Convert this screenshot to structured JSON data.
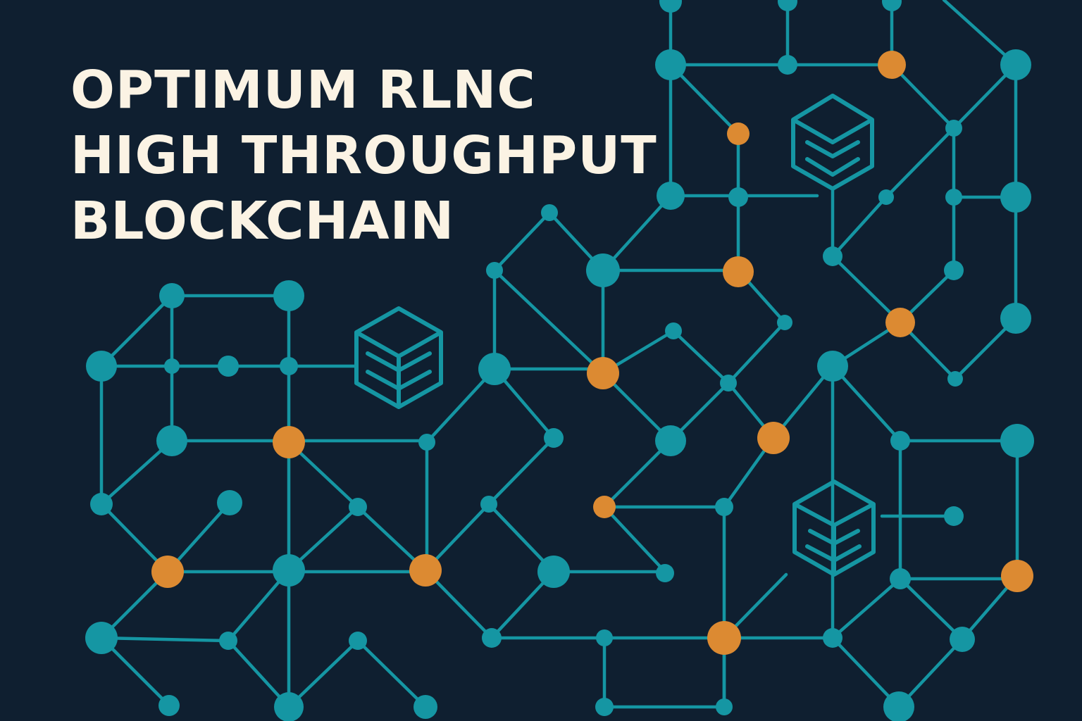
{
  "title": {
    "line1": "OPTIMUM RLNC",
    "line2": "HIGH THROUGHPUT",
    "line3": "BLOCKCHAIN"
  },
  "colors": {
    "background": "#0f1f30",
    "title_text": "#fbf3e4",
    "teal": "#1596a3",
    "orange": "#dc8a32"
  },
  "illustration": {
    "icons": [
      "block-cube-icon",
      "block-cube-icon",
      "block-cube-icon"
    ],
    "description": "network graph of teal and orange nodes with blockchain cube icons"
  }
}
